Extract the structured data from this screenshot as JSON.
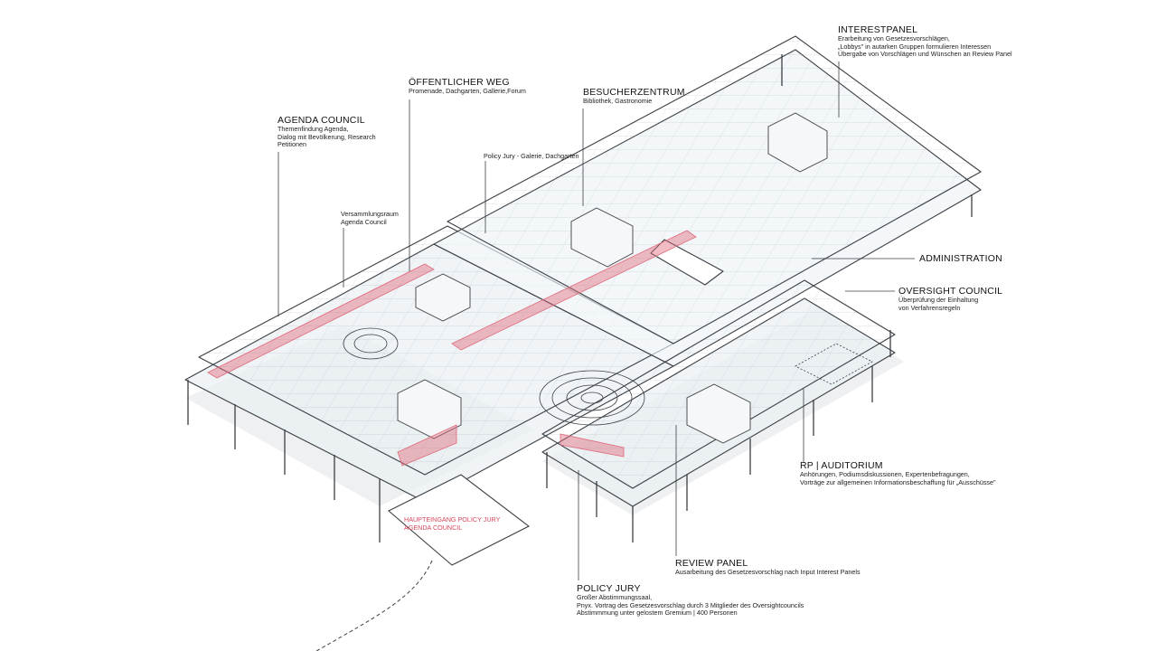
{
  "colors": {
    "structure": "#3b3f44",
    "glass": "#e7eef4",
    "accent": "#e06b7d",
    "background": "#ffffff"
  },
  "labels": {
    "agenda_council": {
      "title": "AGENDA COUNCIL",
      "lines": [
        "Themenfindung Agenda,",
        "Dialog mit Bevölkerung, Research",
        "Petitionen"
      ]
    },
    "oeffentlicher_weg": {
      "title": "ÖFFENTLICHER WEG",
      "lines": [
        "Promenade, Dachgarten, Gallerie,Forum"
      ]
    },
    "besucherzentrum": {
      "title": "BESUCHERZENTRUM",
      "lines": [
        "Bibliothek, Gastronomie"
      ]
    },
    "interestpanel": {
      "title": "INTERESTPANEL",
      "lines": [
        "Erarbeitung von Gesetzesvorschlägen,",
        "„Lobbys\" in autarken Gruppen formulieren Interessen",
        "Übergabe von  Vorschlägen und Wünschen an Review Panel"
      ]
    },
    "policy_jury_galerie": {
      "lines": [
        "Policy Jury - Galerie, Dachgarten"
      ]
    },
    "versammlungsraum": {
      "lines": [
        "Versammlungsraum",
        "Agenda Council"
      ]
    },
    "administration": {
      "title": "ADMINISTRATION"
    },
    "oversight_council": {
      "title": "OVERSIGHT COUNCIL",
      "lines": [
        "Überprüfung der Einhaltung",
        "von Verfahrensregeln"
      ]
    },
    "rp_auditorium": {
      "title": "RP | AUDITORIUM",
      "lines": [
        "Anhörungen, Podiumsdiskussionen, Expertenbefragungen,",
        "Vorträge zur allgemeinen Informationsbeschaffung für „Ausschüsse\""
      ]
    },
    "review_panel": {
      "title": "REVIEW PANEL",
      "lines": [
        "Ausarbeitung des Gesetzesvorschlag nach Input Interest Panels"
      ]
    },
    "policy_jury": {
      "title": "POLICY JURY",
      "lines": [
        "Großer Abstimmungssaal,",
        "Pnyx. Vortrag des Gesetzesvorschlag durch 3 Mitglieder des Oversightcouncils",
        "Abstimmmung unter gelostem Gremium | 400 Personen"
      ]
    },
    "haupteingang": {
      "lines": [
        "HAUPTEINGANG POLICY JURY",
        "AGENDA COUNCIL"
      ]
    }
  }
}
